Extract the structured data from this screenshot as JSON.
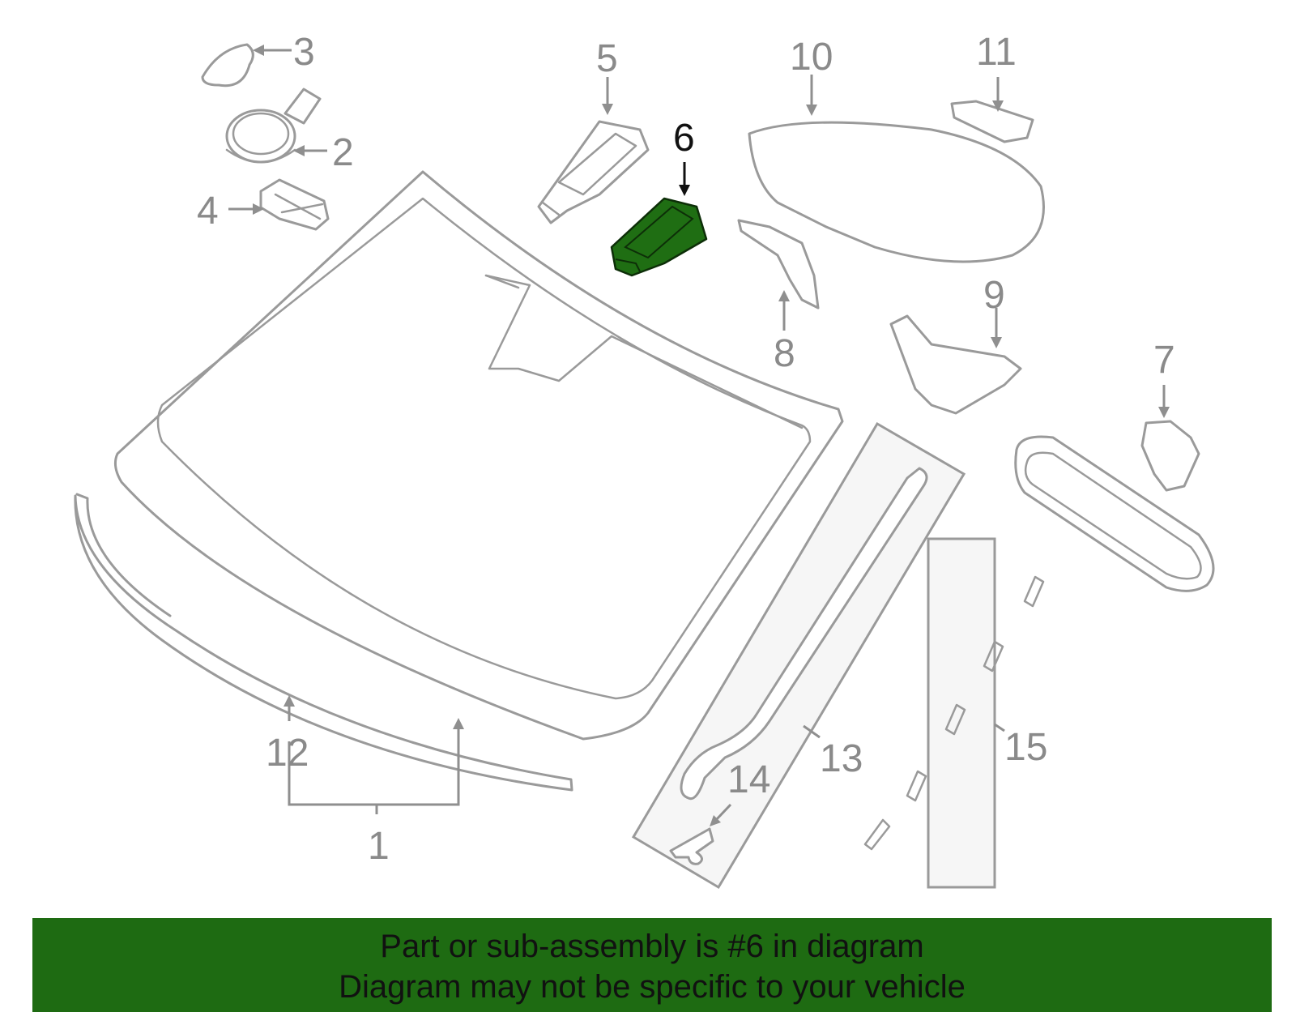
{
  "diagram": {
    "callouts": {
      "c1": "1",
      "c2": "2",
      "c3": "3",
      "c4": "4",
      "c5": "5",
      "c6": "6",
      "c7": "7",
      "c8": "8",
      "c9": "9",
      "c10": "10",
      "c11": "11",
      "c12": "12",
      "c13": "13",
      "c14": "14",
      "c15": "15"
    },
    "highlighted_part": "6",
    "colors": {
      "highlight": "#1f6e13",
      "banner": "#1e6b12",
      "line_art": "#9a9a9a"
    }
  },
  "banner": {
    "line1": "Part or sub-assembly is #6 in diagram",
    "line2": "Diagram may not be specific to your vehicle"
  }
}
